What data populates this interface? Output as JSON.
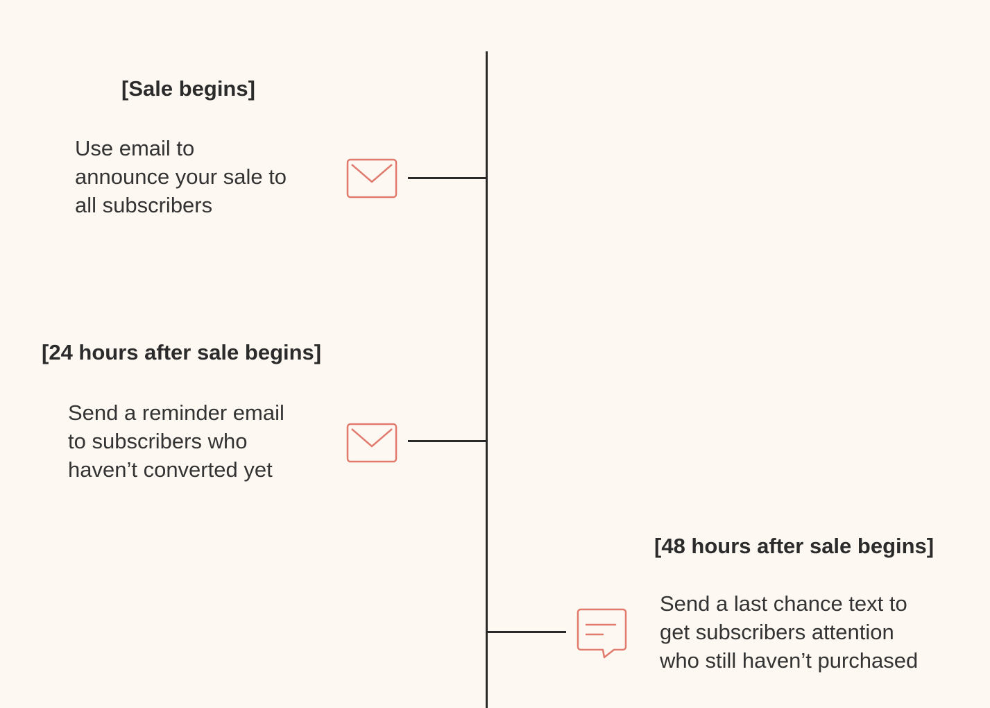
{
  "colors": {
    "background": "#fdf8f2",
    "line": "#2a2a2a",
    "icon_accent": "#e07b6e",
    "text": "#333333"
  },
  "events": [
    {
      "heading": "[Sale begins]",
      "description_lines": [
        "Use email to",
        "announce your sale to",
        "all subscribers"
      ],
      "icon": "envelope-icon",
      "side": "left"
    },
    {
      "heading": "[24 hours after sale begins]",
      "description_lines": [
        "Send a reminder email",
        "to subscribers who",
        "haven’t converted yet"
      ],
      "icon": "envelope-icon",
      "side": "left"
    },
    {
      "heading": "[48 hours after sale begins]",
      "description_lines": [
        "Send a last chance text to",
        "get subscribers attention",
        "who still haven’t purchased"
      ],
      "icon": "chat-bubble-icon",
      "side": "right"
    }
  ]
}
